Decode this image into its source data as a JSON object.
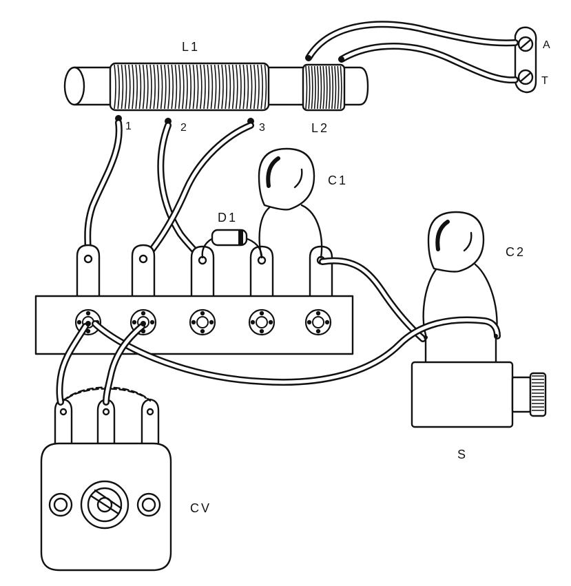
{
  "labels": {
    "l1": "L1",
    "l2": "L2",
    "tap1": "1",
    "tap2": "2",
    "tap3": "3",
    "c1": "C1",
    "c2": "C2",
    "d1": "D1",
    "cv": "CV",
    "s": "S",
    "antenna": "A",
    "ground": "T"
  }
}
